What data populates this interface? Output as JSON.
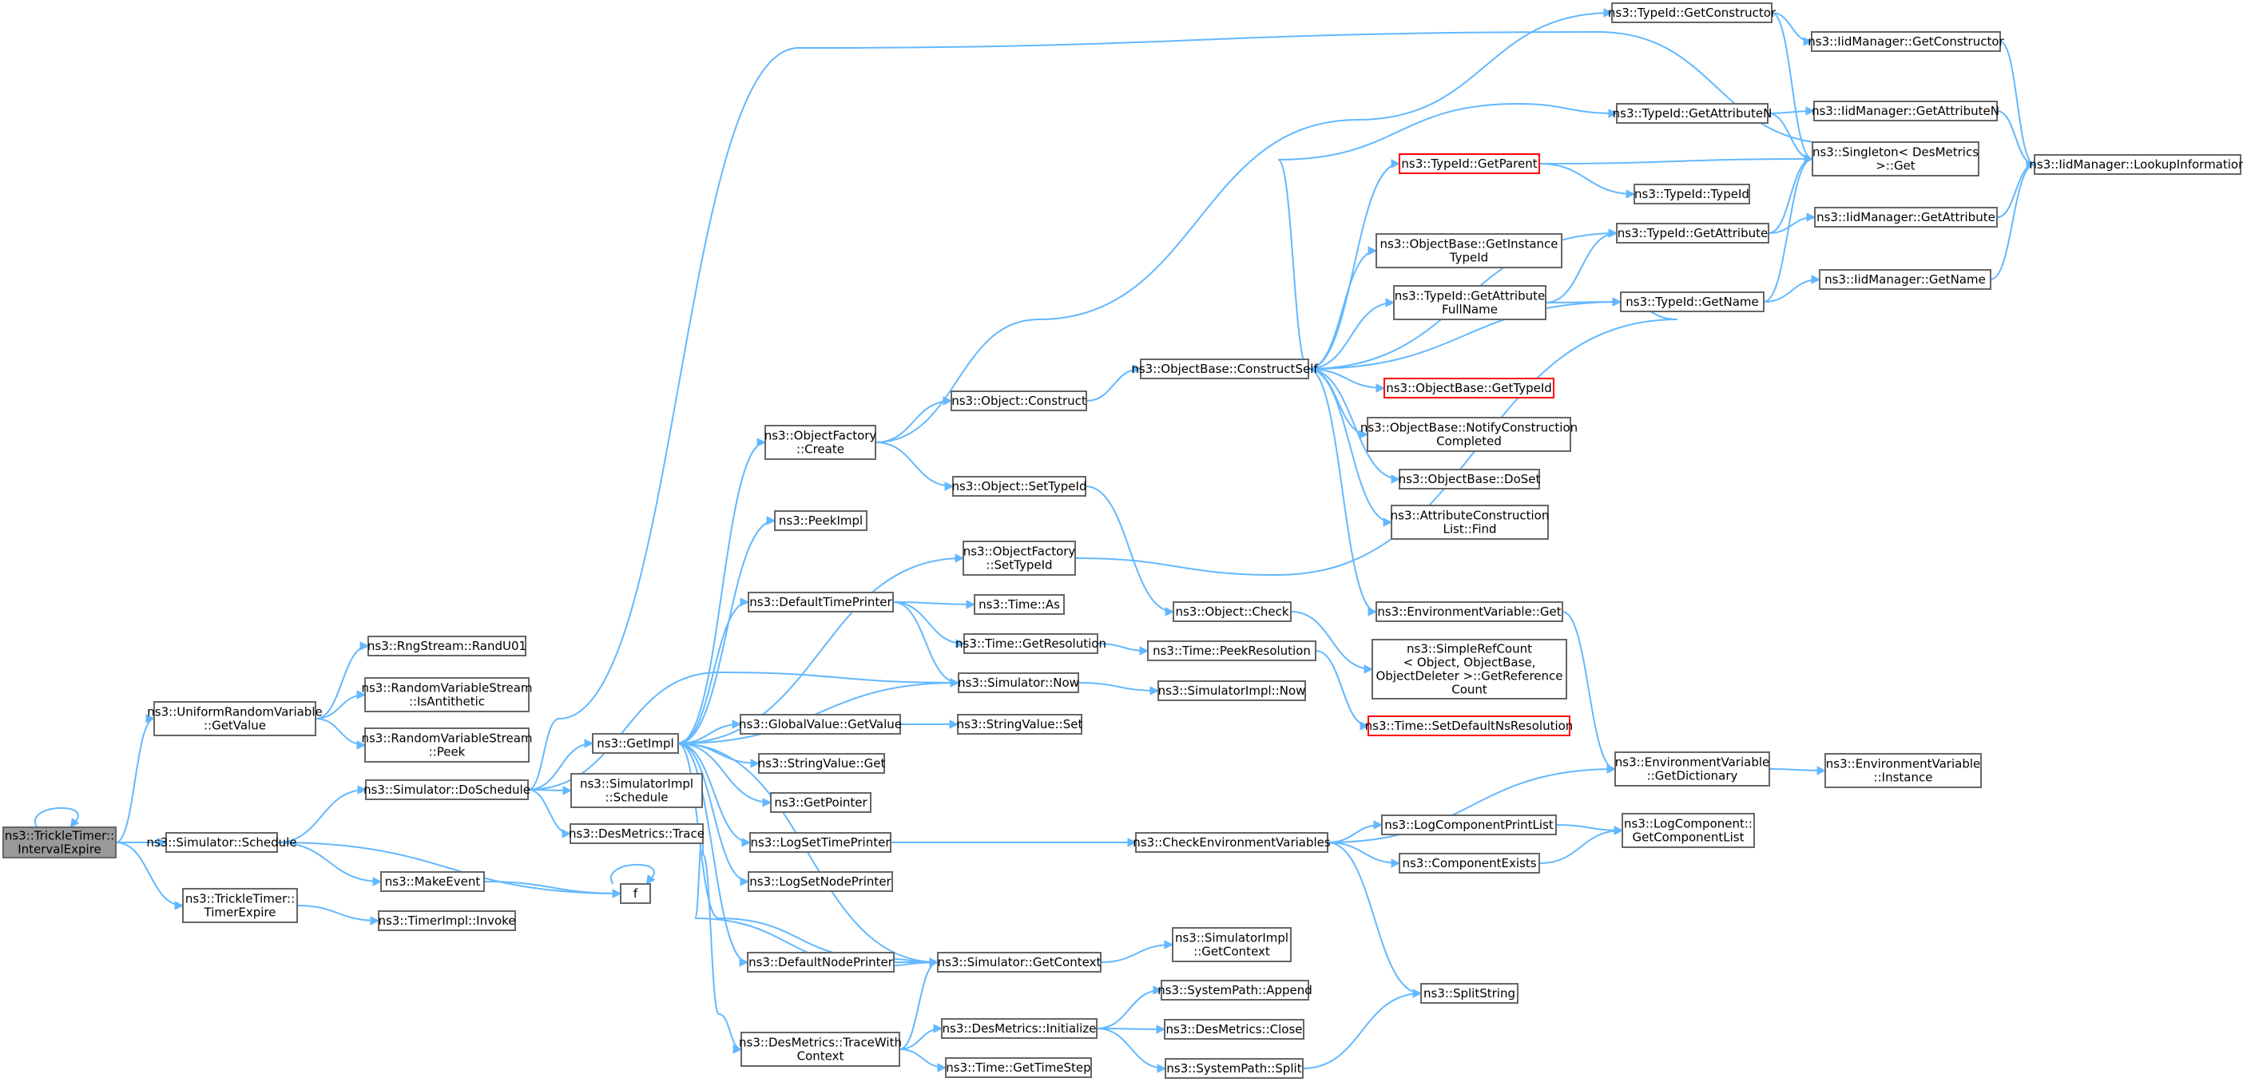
{
  "nodes": {
    "root": [
      "ns3::TrickleTimer::",
      "IntervalExpire"
    ],
    "uniform_getvalue": [
      "ns3::UniformRandomVariable",
      "::GetValue"
    ],
    "randu01": [
      "ns3::RngStream::RandU01"
    ],
    "isantithetic": [
      "ns3::RandomVariableStream",
      "::IsAntithetic"
    ],
    "peek": [
      "ns3::RandomVariableStream",
      "::Peek"
    ],
    "sim_schedule": [
      "ns3::Simulator::Schedule"
    ],
    "sim_doschedule": [
      "ns3::Simulator::DoSchedule"
    ],
    "timerexpire": [
      "ns3::TrickleTimer::",
      "TimerExpire"
    ],
    "makeevent": [
      "ns3::MakeEvent"
    ],
    "timerimpl_invoke": [
      "ns3::TimerImpl::Invoke"
    ],
    "f": [
      "f"
    ],
    "getimpl": [
      "ns3::GetImpl"
    ],
    "simimpl_schedule": [
      "ns3::SimulatorImpl",
      "::Schedule"
    ],
    "desmetrics_trace": [
      "ns3::DesMetrics::Trace"
    ],
    "objfactory_create": [
      "ns3::ObjectFactory",
      "::Create"
    ],
    "peekimpl": [
      "ns3::PeekImpl"
    ],
    "defaulttimeprinter": [
      "ns3::DefaultTimePrinter"
    ],
    "globalvalue_getvalue": [
      "ns3::GlobalValue::GetValue"
    ],
    "stringvalue_get": [
      "ns3::StringValue::Get"
    ],
    "getpointer": [
      "ns3::GetPointer"
    ],
    "logsettimeprinter": [
      "ns3::LogSetTimePrinter"
    ],
    "logsetnodeprinter": [
      "ns3::LogSetNodePrinter"
    ],
    "defaultnodeprinter": [
      "ns3::DefaultNodePrinter"
    ],
    "tracewithcontext": [
      "ns3::DesMetrics::TraceWith",
      "Context"
    ],
    "object_construct": [
      "ns3::Object::Construct"
    ],
    "object_settypeid": [
      "ns3::Object::SetTypeId"
    ],
    "objfactory_settypeid": [
      "ns3::ObjectFactory",
      "::SetTypeId"
    ],
    "time_as": [
      "ns3::Time::As"
    ],
    "time_getresolution": [
      "ns3::Time::GetResolution"
    ],
    "simulator_now": [
      "ns3::Simulator::Now"
    ],
    "stringvalue_set": [
      "ns3::StringValue::Set"
    ],
    "sim_getcontext": [
      "ns3::Simulator::GetContext"
    ],
    "desmetrics_initialize": [
      "ns3::DesMetrics::Initialize"
    ],
    "time_gettimestep": [
      "ns3::Time::GetTimeStep"
    ],
    "objectbase_constructself": [
      "ns3::ObjectBase::ConstructSelf"
    ],
    "object_check": [
      "ns3::Object::Check"
    ],
    "time_peekresolution": [
      "ns3::Time::PeekResolution"
    ],
    "simimpl_now": [
      "ns3::SimulatorImpl::Now"
    ],
    "checkenvvars": [
      "ns3::CheckEnvironmentVariables"
    ],
    "simimpl_getcontext": [
      "ns3::SimulatorImpl",
      "::GetContext"
    ],
    "systempath_append": [
      "ns3::SystemPath::Append"
    ],
    "desmetrics_close": [
      "ns3::DesMetrics::Close"
    ],
    "systempath_split": [
      "ns3::SystemPath::Split"
    ],
    "typeid_getparent": [
      "ns3::TypeId::GetParent"
    ],
    "objbase_getinstancetypeid": [
      "ns3::ObjectBase::GetInstance",
      "TypeId"
    ],
    "typeid_getattributefullname": [
      "ns3::TypeId::GetAttribute",
      "FullName"
    ],
    "objbase_gettypeid": [
      "ns3::ObjectBase::GetTypeId"
    ],
    "objbase_notifyconstruction": [
      "ns3::ObjectBase::NotifyConstruction",
      "Completed"
    ],
    "objbase_doset": [
      "ns3::ObjectBase::DoSet"
    ],
    "attrconstructionlist_find": [
      "ns3::AttributeConstruction",
      "List::Find"
    ],
    "envvar_get": [
      "ns3::EnvironmentVariable::Get"
    ],
    "simplerefcount": [
      "ns3::SimpleRefCount",
      "< Object, ObjectBase,",
      "ObjectDeleter >::GetReference",
      "Count"
    ],
    "time_setdefaultnsres": [
      "ns3::Time::SetDefaultNsResolution"
    ],
    "logcomponentprintlist": [
      "ns3::LogComponentPrintList"
    ],
    "componentexists": [
      "ns3::ComponentExists"
    ],
    "splitstring": [
      "ns3::SplitString"
    ],
    "typeid_getconstructor": [
      "ns3::TypeId::GetConstructor"
    ],
    "typeid_getattributen": [
      "ns3::TypeId::GetAttributeN"
    ],
    "typeid_typeid": [
      "ns3::TypeId::TypeId"
    ],
    "typeid_getattribute": [
      "ns3::TypeId::GetAttribute"
    ],
    "typeid_getname": [
      "ns3::TypeId::GetName"
    ],
    "envvar_getdictionary": [
      "ns3::EnvironmentVariable",
      "::GetDictionary"
    ],
    "logcomponent_getcomponentlist": [
      "ns3::LogComponent::",
      "GetComponentList"
    ],
    "iidmanager_getconstructor": [
      "ns3::IidManager::GetConstructor"
    ],
    "iidmanager_getattributen": [
      "ns3::IidManager::GetAttributeN"
    ],
    "singleton_get": [
      "ns3::Singleton< DesMetrics",
      ">::Get"
    ],
    "iidmanager_getattribute": [
      "ns3::IidManager::GetAttribute"
    ],
    "iidmanager_getname": [
      "ns3::IidManager::GetName"
    ],
    "envvar_instance": [
      "ns3::EnvironmentVariable",
      "::Instance"
    ],
    "iidmanager_lookupinformation": [
      "ns3::IidManager::LookupInformation"
    ]
  },
  "colors": {
    "edge": "#63b8ff",
    "node_border": "#666666",
    "node_border_highlight": "#ff0000",
    "root_fill": "#999999"
  }
}
